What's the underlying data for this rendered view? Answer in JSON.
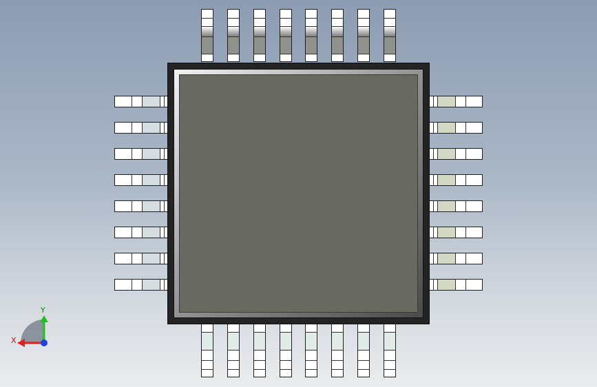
{
  "view": {
    "background_top": "#8c9cb2",
    "background_bottom": "#ebecee"
  },
  "component": {
    "package": "QFP",
    "pins_per_side": 8,
    "total_pins": 32,
    "body_color": "#686961",
    "lead_color": "#ffffff"
  },
  "triad": {
    "x_label": "X",
    "y_label": "Y",
    "x_color": "#e02020",
    "y_color": "#20c020",
    "z_color": "#2040e0"
  }
}
